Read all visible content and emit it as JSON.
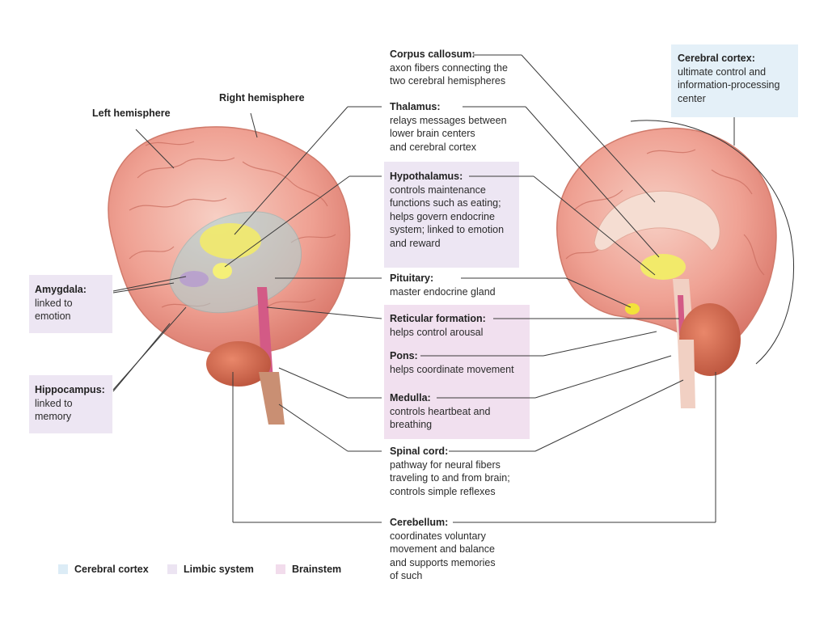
{
  "hemispheres": {
    "left": "Left hemisphere",
    "right": "Right hemisphere"
  },
  "labels": {
    "amygdala": {
      "title": "Amygdala:",
      "lines": [
        "linked to",
        "emotion"
      ]
    },
    "hippocampus": {
      "title": "Hippocampus:",
      "lines": [
        "linked to",
        "memory"
      ]
    },
    "corpus_callosum": {
      "title": "Corpus callosum:",
      "lines": [
        "axon fibers connecting the",
        "two cerebral hemispheres"
      ]
    },
    "thalamus": {
      "title": "Thalamus:",
      "lines": [
        "relays messages between",
        "lower brain centers",
        "and cerebral cortex"
      ]
    },
    "hypothalamus": {
      "title": "Hypothalamus:",
      "lines": [
        "controls maintenance",
        "functions such as eating;",
        "helps govern endocrine",
        "system; linked to emotion",
        "and reward"
      ]
    },
    "pituitary": {
      "title": "Pituitary:",
      "lines": [
        "master endocrine gland"
      ]
    },
    "reticular": {
      "title": "Reticular formation:",
      "lines": [
        "helps control arousal"
      ]
    },
    "pons": {
      "title": "Pons:",
      "lines": [
        "helps coordinate movement"
      ]
    },
    "medulla": {
      "title": "Medulla:",
      "lines": [
        "controls heartbeat and",
        "breathing"
      ]
    },
    "spinal": {
      "title": "Spinal cord:",
      "lines": [
        "pathway for neural fibers",
        "traveling to and from brain;",
        "controls simple reflexes"
      ]
    },
    "cerebellum": {
      "title": "Cerebellum:",
      "lines": [
        "coordinates voluntary",
        "movement and balance",
        "and supports memories",
        "of such"
      ]
    },
    "cortex": {
      "title": "Cerebral cortex:",
      "lines": [
        "ultimate control and",
        "information-processing",
        "center"
      ]
    }
  },
  "legend": [
    {
      "label": "Cerebral cortex",
      "color": "#dcecf6"
    },
    {
      "label": "Limbic system",
      "color": "#ece4f2"
    },
    {
      "label": "Brainstem",
      "color": "#f2dcec"
    }
  ],
  "colors": {
    "cortex_box": "#e4f0f8",
    "limbic_box": "#ede6f3",
    "brainstem_box": "#f1e0ef",
    "brain_pink": "#f0a89a",
    "brain_dark": "#d9776a",
    "thalamus_yellow": "#f2ea6a",
    "hippocampus_blue": "#a8d6d8",
    "cerebellum": "#d46a4e"
  }
}
